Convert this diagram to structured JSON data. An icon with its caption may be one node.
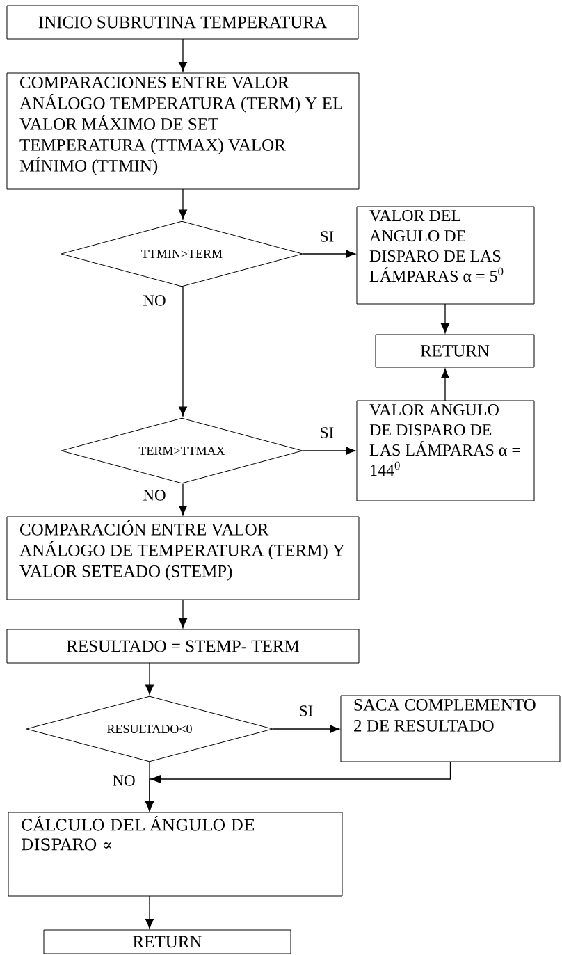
{
  "diagram": {
    "nodes": [
      {
        "text": [
          "INICIO SUBRUTINA TEMPERATURA"
        ]
      },
      {
        "text": [
          "COMPARACIONES ENTRE VALOR ANÁLOGO TEMPERATURA (TERM) Y EL VALOR MÁXIMO DE SET TEMPERATURA (TTMAX) VALOR MÍNIMO (TTMIN)"
        ]
      },
      {
        "text": [
          "TTMIN>TERM"
        ]
      },
      {
        "text": [
          "VALOR DEL ANGULO DE DISPARO DE LAS LÁMPARAS α = 5$^{0}$"
        ]
      },
      {
        "text": [
          "RETURN"
        ]
      },
      {
        "text": [
          "VALOR ANGULO DE DISPARO DE LAS LÁMPARAS α = 144$^{0}$"
        ]
      },
      {
        "text": [
          "TERM>TTMAX"
        ]
      },
      {
        "text": [
          "COMPARACIÓN ENTRE VALOR ANÁLOGO DE TEMPERATURA (TERM) Y VALOR SETEADO (STEMP)"
        ]
      },
      {
        "text": [
          "RESULTADO = STEMP- TERM"
        ]
      },
      {
        "text": [
          "RESULTADO<0"
        ]
      },
      {
        "text": [
          "SACA COMPLEMENTO 2 DE RESULTADO"
        ]
      },
      {
        "text": [
          "CÁLCULO DEL ÁNGULO DE DISPARO ∝"
        ]
      },
      {
        "text": [
          "RETURN"
        ]
      }
    ],
    "edges": [
      {
        "from": 0,
        "to": 1,
        "arrow": "to"
      },
      {
        "from": 1,
        "to": 2,
        "arrow": "to"
      },
      {
        "from": 2,
        "to": 3,
        "arrow": "to",
        "label": "SI"
      },
      {
        "from": 3,
        "to": 4,
        "arrow": "to"
      },
      {
        "from": 2,
        "to": 6,
        "arrow": "to",
        "label": "NO"
      },
      {
        "from": 6,
        "to": 5,
        "arrow": "to",
        "label": "SI"
      },
      {
        "from": 5,
        "to": 4,
        "arrow": "to"
      },
      {
        "from": 6,
        "to": 7,
        "arrow": "to",
        "label": "NO"
      },
      {
        "from": 7,
        "to": 8,
        "arrow": "to"
      },
      {
        "from": 8,
        "to": 9,
        "arrow": "to"
      },
      {
        "from": 9,
        "to": 10,
        "arrow": "to",
        "label": "SI"
      },
      {
        "from": 9,
        "to": 11,
        "arrow": "to",
        "label": "NO"
      },
      {
        "from": 10,
        "to": 11,
        "arrow": "to"
      },
      {
        "from": 11,
        "to": 12,
        "arrow": "to"
      }
    ]
  }
}
